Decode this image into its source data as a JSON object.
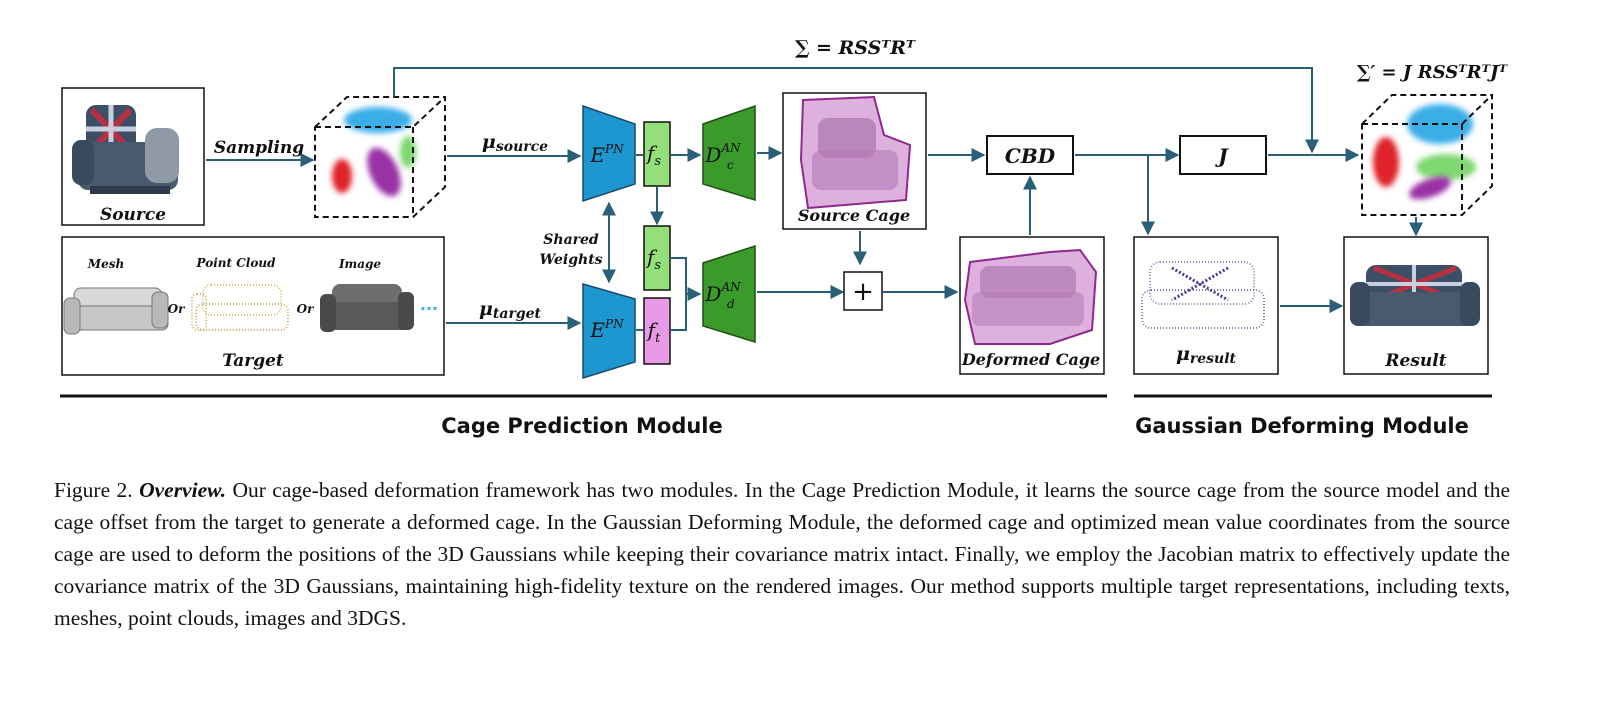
{
  "diagram": {
    "source_label": "Source",
    "sampling_label": "Sampling",
    "target_label": "Target",
    "mesh_label": "Mesh",
    "point_cloud_label": "Point Cloud",
    "image_label": "Image",
    "or_label": "Or",
    "ellipsis": "···",
    "mu_source_base": "μ",
    "mu_source_sub": "source",
    "mu_target_base": "μ",
    "mu_target_sub": "target",
    "shared_weights_line1": "Shared",
    "shared_weights_line2": "Weights",
    "encoder_base": "E",
    "encoder_sup": "PN",
    "fs_base": "f",
    "fs_sub": "s",
    "ft_base": "f",
    "ft_sub": "t",
    "dc_base": "D",
    "dc_sup": "AN",
    "dc_sub": "c",
    "dd_base": "D",
    "dd_sup": "AN",
    "dd_sub": "d",
    "source_cage_label": "Source Cage",
    "deformed_cage_label": "Deformed Cage",
    "plus_label": "+",
    "cbd_label": "CBD",
    "j_label": "J",
    "mu_result_base": "μ",
    "mu_result_sub": "result",
    "result_label": "Result",
    "sigma_formula": "∑ = RSSᵀRᵀ",
    "sigma_prime_formula": "∑′ = J RSSᵀRᵀJᵀ",
    "cage_module_label": "Cage Prediction Module",
    "gaussian_module_label": "Gaussian Deforming Module"
  },
  "caption": {
    "prefix": "Figure 2.",
    "title": "Overview.",
    "text": "Our cage-based deformation framework has two modules. In the Cage Prediction Module, it learns the source cage from the source model and the cage offset from the target to generate a deformed cage. In the Gaussian Deforming Module, the deformed cage and optimized mean value coordinates from the source cage are used to deform the positions of the 3D Gaussians while keeping their covariance matrix intact. Finally, we employ the Jacobian matrix to effectively update the covariance matrix of the 3D Gaussians, maintaining high-fidelity texture on the rendered images. Our method supports multiple target representations, including texts, meshes, point clouds, images and 3DGS."
  },
  "colors": {
    "arrow": "#2a5f78",
    "encoder": "#1e96cf",
    "feature_source": "#93e07a",
    "feature_target": "#e99ae6",
    "decoder": "#3a9a2a",
    "cage_fill": "#cf8fd0",
    "cage_stroke": "#8e2a8e",
    "sofa": "#4a5a6e"
  }
}
